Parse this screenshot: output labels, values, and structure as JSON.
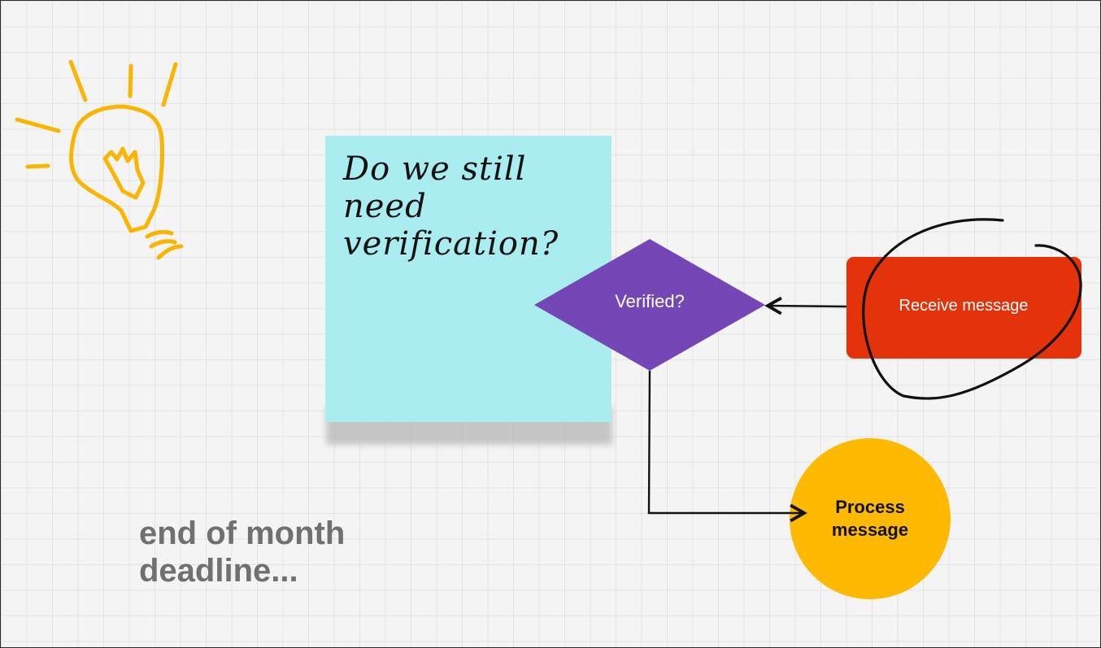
{
  "sticky_note": {
    "lines": [
      "Do we still",
      "need",
      "verification?"
    ],
    "color": "#a9edf0"
  },
  "shapes": {
    "decision": {
      "label": "Verified?",
      "color": "#7446b6"
    },
    "start": {
      "label": "Receive message",
      "color": "#e4330b"
    },
    "end": {
      "label_line1": "Process",
      "label_line2": "message",
      "color": "#fdba00"
    }
  },
  "annotation": {
    "line1": "end of month",
    "line2": "deadline..."
  },
  "drawings": {
    "lightbulb_color": "#fbb400",
    "circle_scribble_color": "#111111",
    "connector_color": "#111111"
  }
}
